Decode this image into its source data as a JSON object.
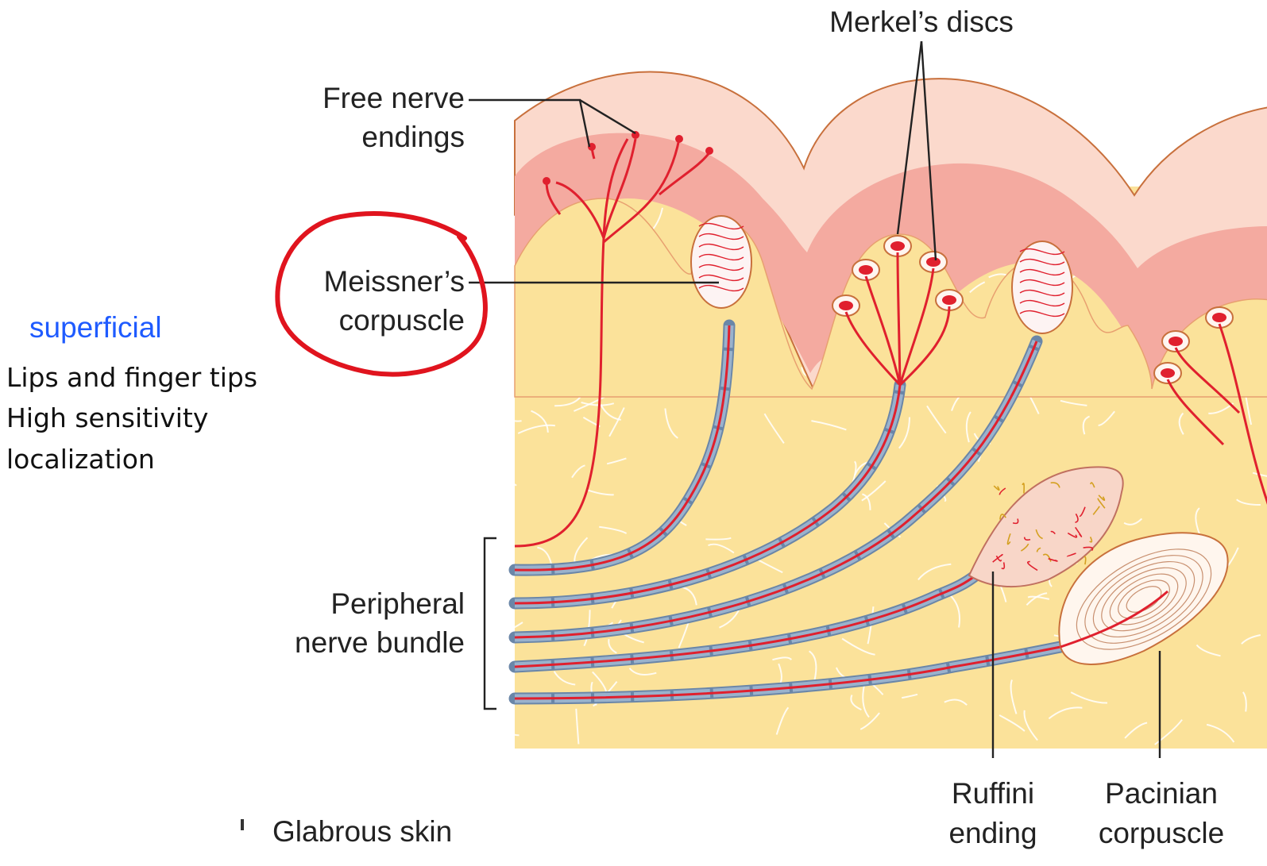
{
  "labels": {
    "free_nerve_line1": "Free nerve",
    "free_nerve_line2": "endings",
    "merkel": "Merkel’s discs",
    "meissner_line1": "Meissner’s",
    "meissner_line2": "corpuscle",
    "peripheral_line1": "Peripheral",
    "peripheral_line2": "nerve bundle",
    "ruffini_line1": "Ruffini",
    "ruffini_line2": "ending",
    "pacinian_line1": "Pacinian",
    "pacinian_line2": "corpuscle",
    "caption": "Glabrous skin"
  },
  "notes": {
    "superficial": "superficial",
    "line1": "Lips and finger tips",
    "line2": "High sensitivity",
    "line3": "localization"
  },
  "colors": {
    "dermis": "#fbe29a",
    "dermis_line": "#ffffff",
    "epidermis_outer": "#fbd9cc",
    "epidermis_inner": "#f4aaa0",
    "skin_outline": "#c8703c",
    "nerve": "#e0202e",
    "sheath": "#9ab2cc",
    "annotation_circle": "#e0141e",
    "note_blue": "#1f5bff"
  }
}
